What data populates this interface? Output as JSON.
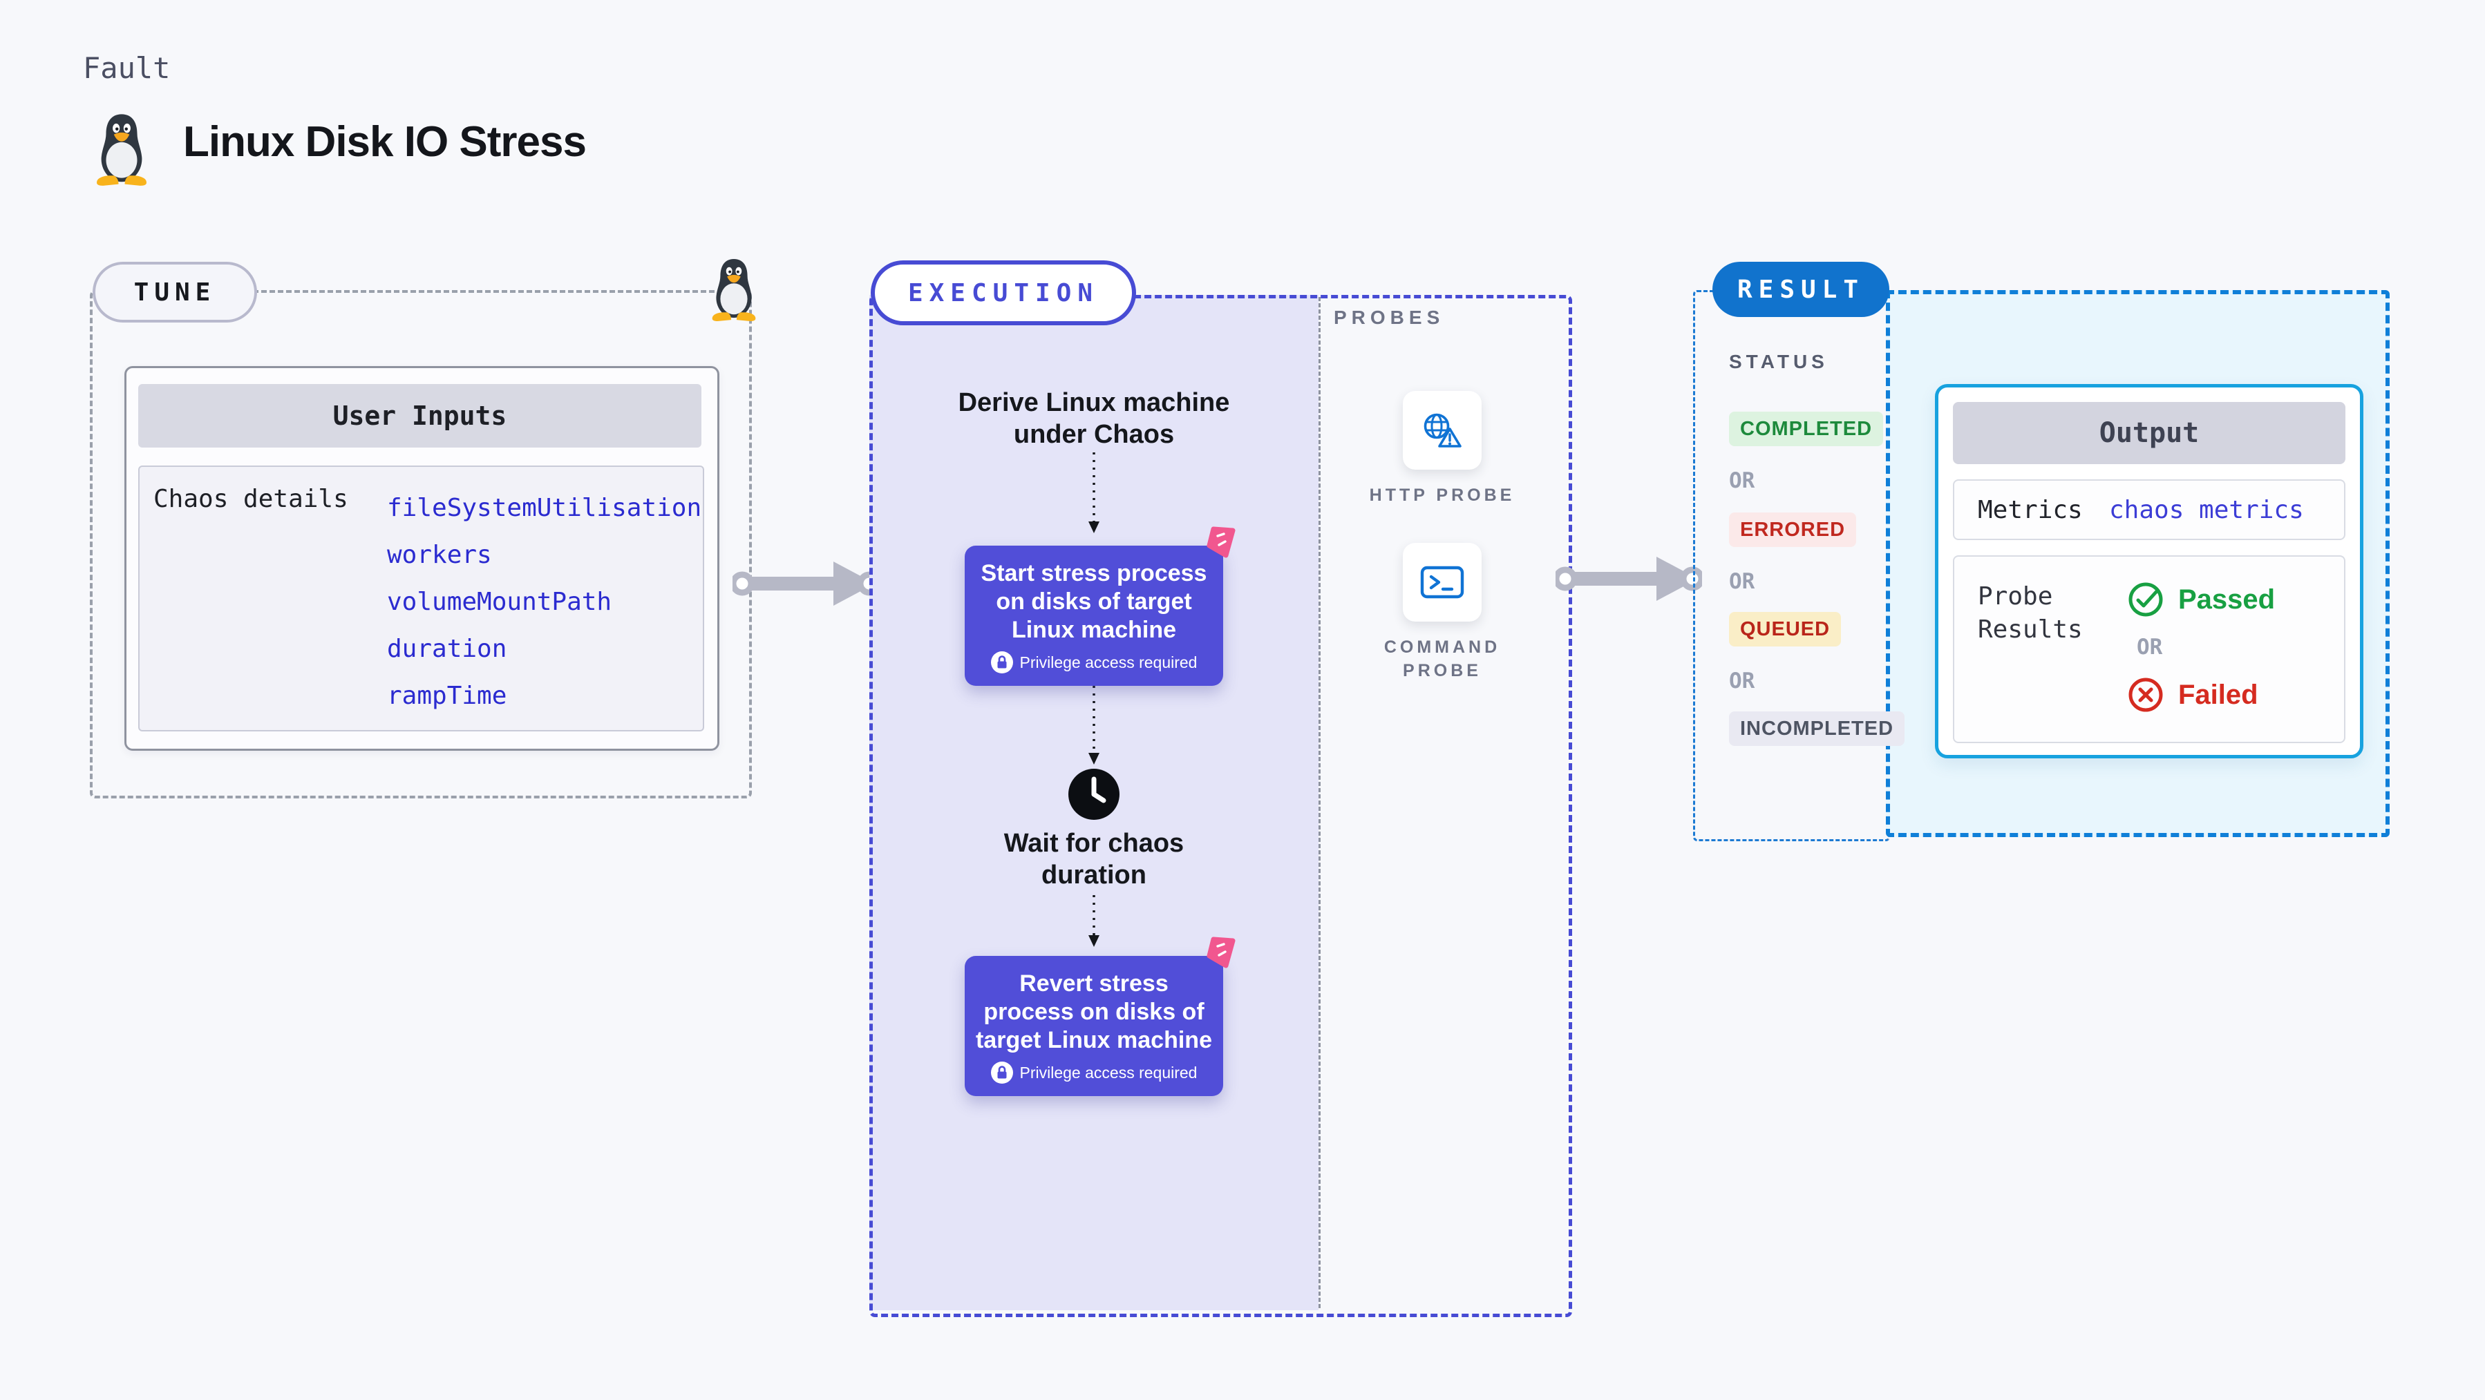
{
  "header": {
    "kicker": "Fault",
    "title": "Linux Disk IO Stress"
  },
  "tune": {
    "badge": "TUNE",
    "card_title": "User Inputs",
    "row_label": "Chaos details",
    "params": [
      "fileSystemUtilisation",
      "workers",
      "volumeMountPath",
      "duration",
      "rampTime"
    ]
  },
  "execution": {
    "badge": "EXECUTION",
    "derive_label": "Derive Linux machine under Chaos",
    "start_node": {
      "label": "Start stress process on disks of target Linux machine",
      "privilege": "Privilege access required"
    },
    "wait_label": "Wait for chaos duration",
    "revert_node": {
      "label": "Revert stress process on disks of target Linux machine",
      "privilege": "Privilege access required"
    }
  },
  "probes": {
    "title": "PROBES",
    "items": [
      {
        "label": "HTTP PROBE",
        "icon": "globe-warning-icon"
      },
      {
        "label": "COMMAND PROBE",
        "icon": "terminal-icon"
      }
    ]
  },
  "result": {
    "badge": "RESULT",
    "status_title": "STATUS",
    "or_label": "OR",
    "statuses": [
      {
        "label": "COMPLETED",
        "fg": "#1d8a3c",
        "bg": "#ddf3e0"
      },
      {
        "label": "ERRORED",
        "fg": "#c0281f",
        "bg": "#fbe9e9"
      },
      {
        "label": "QUEUED",
        "fg": "#b9251a",
        "bg": "#faeec7"
      },
      {
        "label": "INCOMPLETED",
        "fg": "#4e5463",
        "bg": "#e9e9f2"
      }
    ],
    "output": {
      "title": "Output",
      "metrics_label": "Metrics",
      "metrics_value": "chaos metrics",
      "probe_results_label": "Probe Results",
      "passed_label": "Passed",
      "or_label": "OR",
      "failed_label": "Failed"
    }
  },
  "colors": {
    "node_purple": "#514ed8",
    "chaos_pink": "#f1578f",
    "execution_indigo": "#474bd4",
    "result_blue": "#1173cd",
    "output_border": "#17a2df",
    "probe_icon_blue": "#1073d4",
    "lavender_bg": "#e4e4f8",
    "cyan_bg": "#e8f6fd",
    "connector_gray": "#b6b8c6"
  }
}
